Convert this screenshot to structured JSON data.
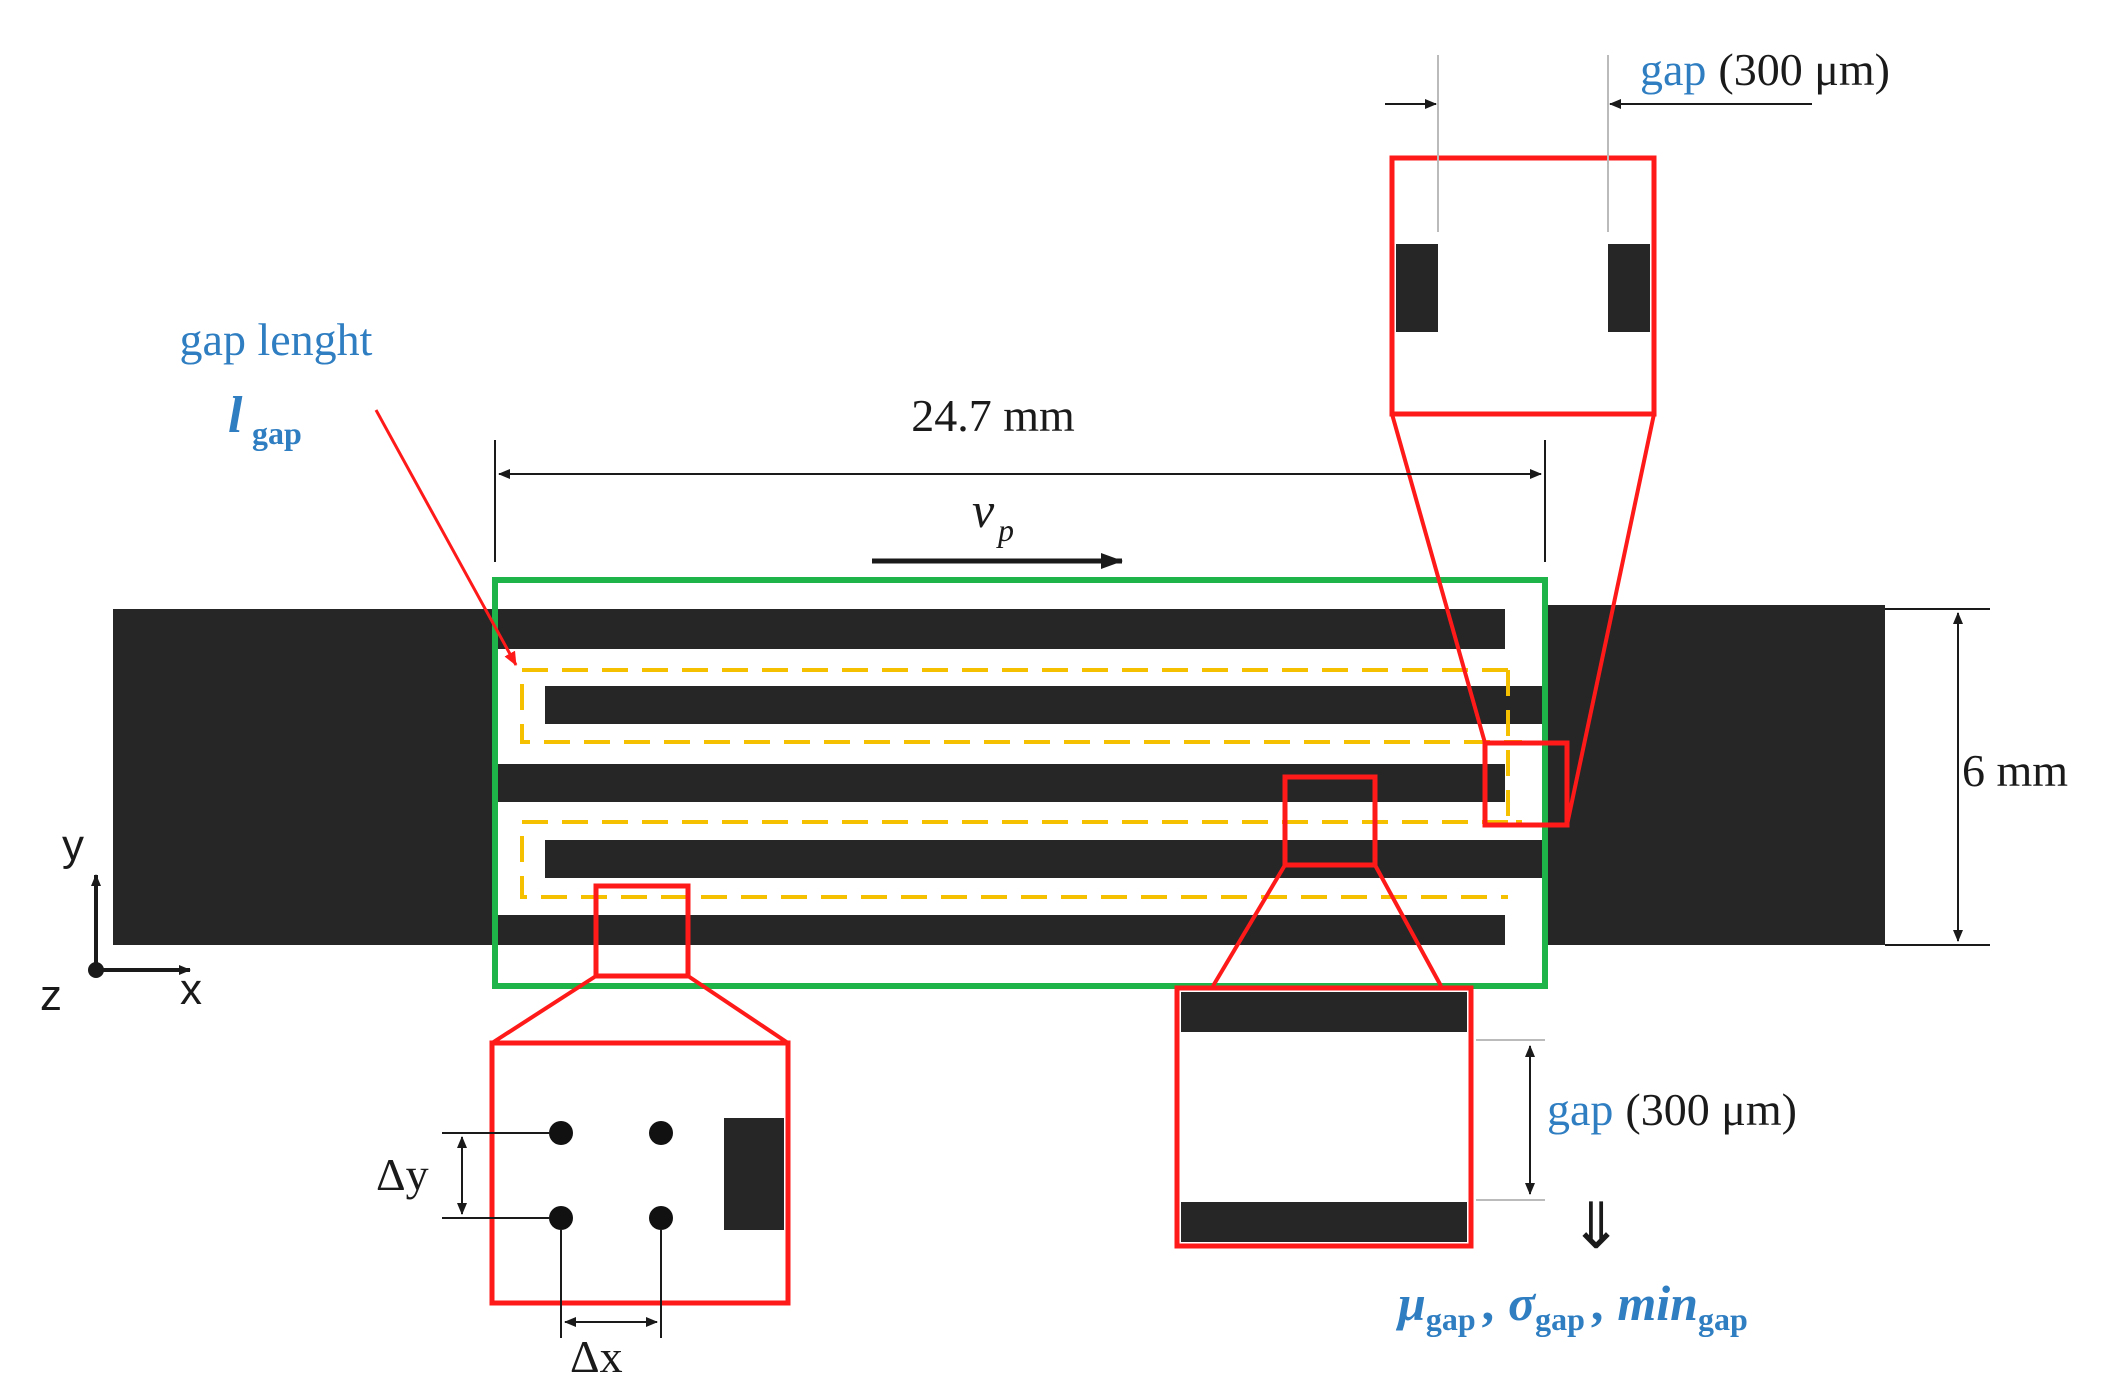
{
  "colors": {
    "electrode": "#262626",
    "highlight_red": "#ff1a1a",
    "scan_area_green": "#1fb44a",
    "gap_path_yellow": "#f5c000",
    "label_blue": "#2f7ec2",
    "text_black": "#1a1a1a"
  },
  "labels": {
    "gap_length_title": "gap lenght",
    "gap_length_symbol": "l",
    "gap_length_subscript": "gap",
    "width_dimension": "24.7 mm",
    "height_dimension": "6 mm",
    "velocity_symbol": "v",
    "velocity_subscript": "p",
    "gap_top_word": "gap",
    "gap_top_value": "(300 μm)",
    "gap_right_word": "gap",
    "gap_right_value": "(300 μm)",
    "implies_arrow": "⇓",
    "delta_y": "Δy",
    "delta_x": "Δx",
    "axis_y": "y",
    "axis_x": "x",
    "axis_z": "z",
    "stat_mu": "μ",
    "stat_sigma": "σ",
    "stat_min": "min",
    "stat_subscript": "gap",
    "stat_separator": ","
  },
  "icons": {
    "down_arrow": "double-down-arrow-icon"
  }
}
